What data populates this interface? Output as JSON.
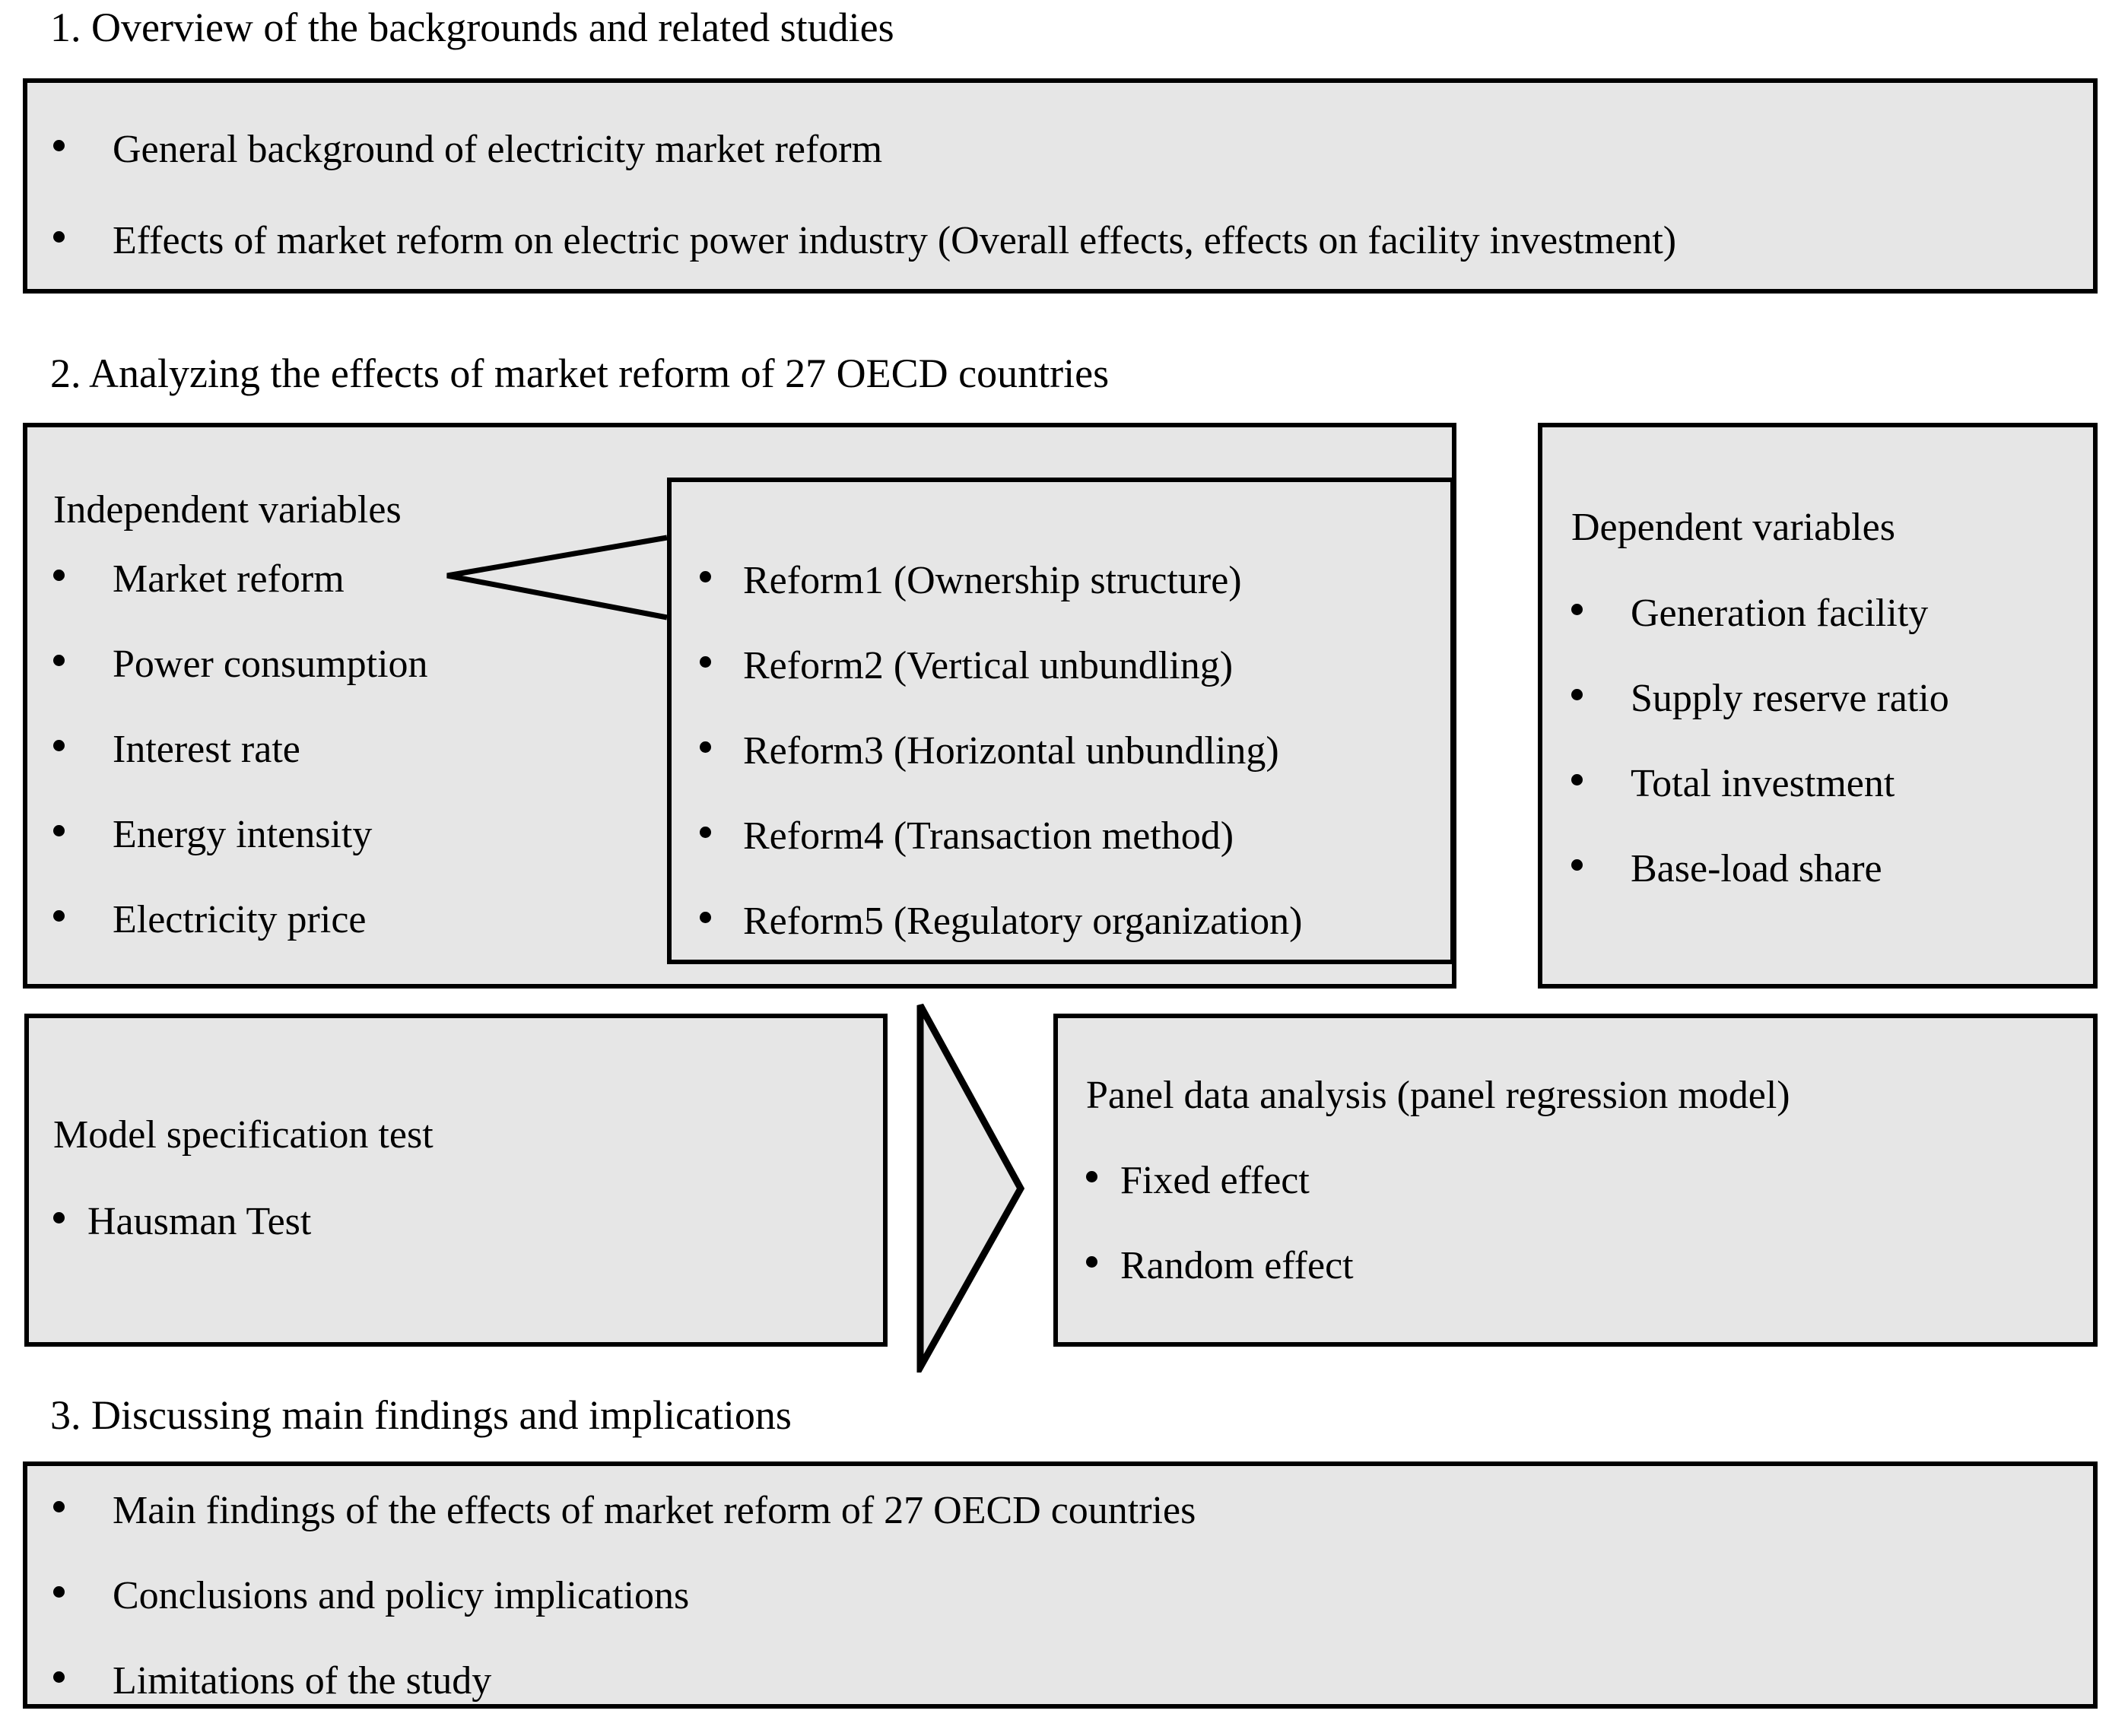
{
  "diagram": {
    "title": "Research framework flowchart",
    "palette": {
      "box_fill": "#E6E6E6",
      "box_border": "#000000",
      "page_background": "#FFFFFF",
      "text": "#000000"
    },
    "sections": [
      {
        "id": "section-1",
        "heading": "1. Overview of the backgrounds and related studies",
        "bullets": [
          "General background of electricity market reform",
          "Effects of market reform on electric power industry (Overall effects, effects on facility investment)"
        ]
      },
      {
        "id": "section-2",
        "heading": "2. Analyzing the effects of market reform of 27 OECD countries",
        "independent": {
          "title": "Independent variables",
          "bullets": [
            "Market reform",
            "Power consumption",
            "Interest rate",
            "Energy intensity",
            "Electricity price"
          ]
        },
        "reform_detail": {
          "bullets": [
            "Reform1 (Ownership structure)",
            "Reform2 (Vertical unbundling)",
            "Reform3 (Horizontal unbundling)",
            "Reform4 (Transaction method)",
            "Reform5 (Regulatory organization)"
          ]
        },
        "dependent": {
          "title": "Dependent variables",
          "bullets": [
            "Generation facility",
            "Supply reserve ratio",
            "Total investment",
            "Base-load share"
          ]
        },
        "model_test": {
          "title": "Model specification test",
          "bullets": [
            "Hausman Test"
          ]
        },
        "panel_analysis": {
          "title": "Panel data analysis (panel regression model)",
          "bullets": [
            "Fixed effect",
            "Random effect"
          ]
        },
        "flow_arrow": {
          "shape": "right-pointing-triangle-arrow",
          "from": "Model specification test",
          "to": "Panel data analysis (panel regression model)"
        },
        "connector": {
          "shape": "two-line-callout",
          "from": "Market reform",
          "to": "Reform detail box"
        }
      },
      {
        "id": "section-3",
        "heading": "3. Discussing main findings and implications",
        "bullets": [
          "Main findings of the effects of market reform of 27 OECD countries",
          "Conclusions and policy implications",
          "Limitations of the study"
        ]
      }
    ]
  }
}
